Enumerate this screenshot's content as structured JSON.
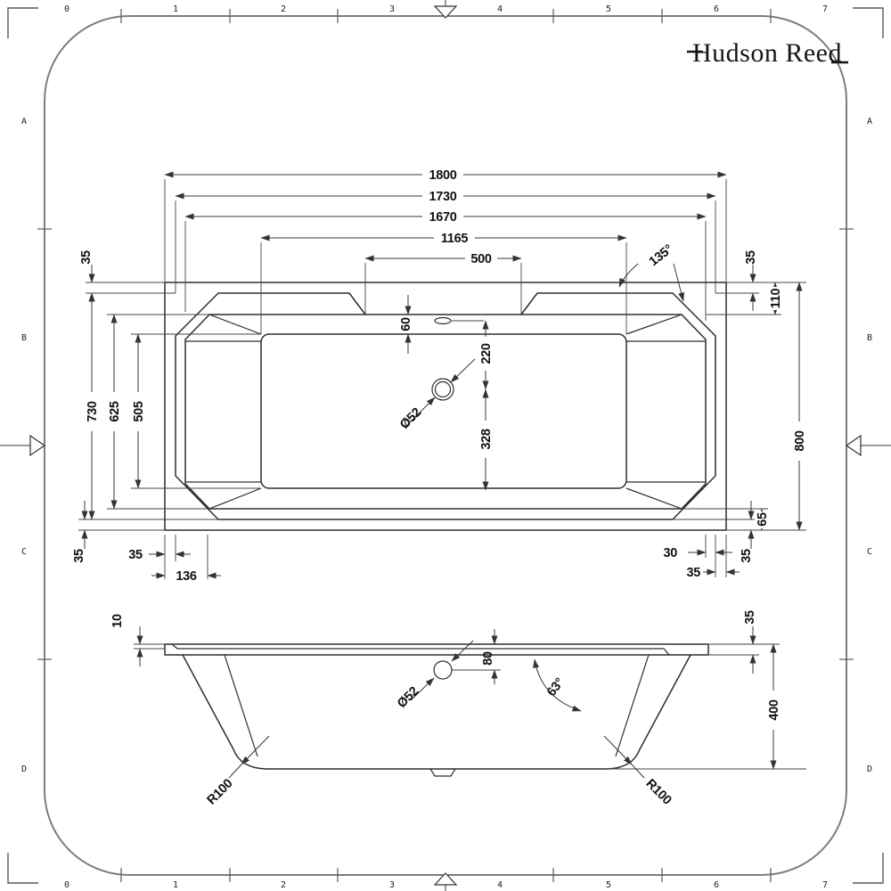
{
  "logo": {
    "brand": "Hudson Reed"
  },
  "sheet": {
    "ruler": [
      "0",
      "1",
      "2",
      "3",
      "4",
      "5",
      "6",
      "7"
    ],
    "rows": [
      "A",
      "B",
      "C",
      "D"
    ]
  },
  "top_view": {
    "dims": {
      "length_overall": "1800",
      "rim_length": "1730",
      "opening_length": "1670",
      "floor_length": "1165",
      "tap_gap": "500",
      "corner_angle": "135°",
      "rim_offset_top_left": "35",
      "rim_width": "730",
      "opening_width": "625",
      "floor_width": "505",
      "rim_offset_bottom_left": "35",
      "edge_left": "35",
      "chamfer_left": "136",
      "rim_offset_top_right": "35",
      "deck_top": "110",
      "width_overall": "800",
      "deck_bottom": "65",
      "rim_offset_bottom_right": "35",
      "opening_to_rim": "30",
      "rim_to_edge": "35",
      "overflow_offset": "60",
      "overflow_to_drain": "220",
      "drain_to_floor": "328",
      "drain_diameter": "Ø52"
    }
  },
  "side_view": {
    "dims": {
      "lip_thickness": "10",
      "rim_thickness": "35",
      "height": "400",
      "wall_angle": "63°",
      "drain_diameter": "Ø52",
      "drain_depth": "80",
      "corner_radius_left": "R100",
      "corner_radius_right": "R100"
    }
  }
}
